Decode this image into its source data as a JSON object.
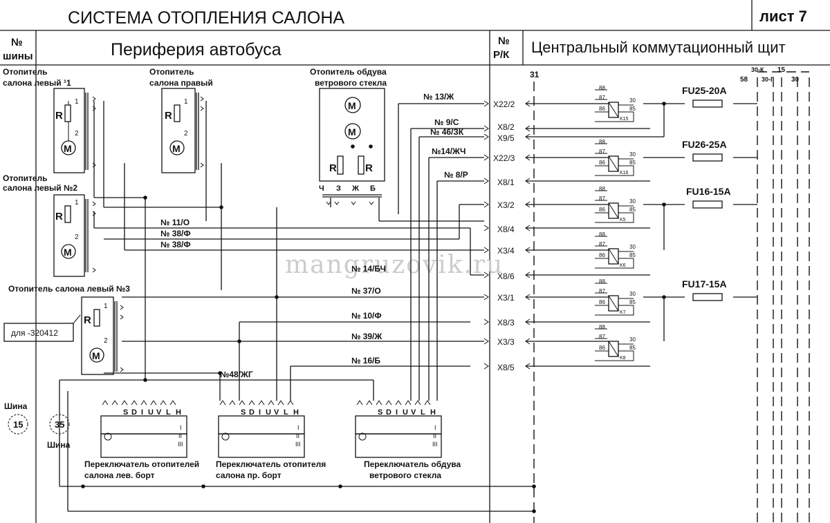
{
  "header": {
    "title": "СИСТЕМА ОТОПЛЕНИЯ САЛОНА",
    "sheet": "лист 7",
    "bus_no_label": "№",
    "bus_label": "шины",
    "periphery": "Периферия автобуса",
    "rk_no": "№",
    "rk_label": "Р/К",
    "central_panel": "Центральный коммутационный щит"
  },
  "watermark": "mangruzovik.ru",
  "heaters": {
    "left1": [
      "Отопитель",
      "салона левый ¹1"
    ],
    "right": [
      "Отопитель",
      "салона правый"
    ],
    "left2": [
      "Отопитель",
      "салона левый №2"
    ],
    "left3": "Отопитель салона левый №3",
    "windshield": [
      "Отопитель обдува",
      "ветрового стекла"
    ],
    "r_glyph": "R",
    "m_glyph": "M",
    "pin1": "1",
    "pin2": "2"
  },
  "windshield_pins": [
    "Ч",
    "З",
    "Ж",
    "Б"
  ],
  "callout": "для -320412",
  "wires": [
    "№ 13/Ж",
    "№ 9/С",
    "№ 46/ЗК",
    "№14/ЖЧ",
    "№ 8/Р",
    "№ 11/О",
    "№ 38/Ф",
    "№ 38/Ф",
    "№ 14/БЧ",
    "№ 37/О",
    "№ 10/Ф",
    "№ 39/Ж",
    "№ 16/Б",
    "№48/ЖГ"
  ],
  "connectors": [
    "X22/2",
    "X8/2",
    "X9/5",
    "X22/3",
    "X8/1",
    "X3/2",
    "X8/4",
    "X3/4",
    "X8/6",
    "X3/1",
    "X8/3",
    "X3/3",
    "X8/5"
  ],
  "bus_columns": [
    "31",
    "58",
    "30-К",
    "30-Г",
    "15",
    "30"
  ],
  "relays": [
    {
      "id": "K15",
      "pins": [
        "88",
        "87",
        "86",
        "30",
        "85"
      ]
    },
    {
      "id": "K16",
      "pins": [
        "88",
        "87",
        "86",
        "30",
        "85"
      ]
    },
    {
      "id": "K5",
      "pins": [
        "88",
        "87",
        "86",
        "30",
        "85"
      ]
    },
    {
      "id": "K6",
      "pins": [
        "88",
        "87",
        "86",
        "30",
        "85"
      ]
    },
    {
      "id": "K7",
      "pins": [
        "88",
        "87",
        "86",
        "30",
        "85"
      ]
    },
    {
      "id": "K8",
      "pins": [
        "88",
        "87",
        "86",
        "30",
        "85"
      ]
    }
  ],
  "fuses": [
    "FU25-20A",
    "FU26-25A",
    "FU16-15A",
    "FU17-15A"
  ],
  "switches": [
    [
      "Переключатель отопителей",
      "салона лев. борт"
    ],
    [
      "Переключатель отопителя",
      "салона пр. борт"
    ],
    [
      "Переключатель обдува",
      "ветрового стекла"
    ]
  ],
  "switch_pins": [
    "S",
    "D",
    "I",
    "U",
    "V",
    "L",
    "H"
  ],
  "switch_roman": [
    "I",
    "II",
    "III"
  ],
  "buses": {
    "label": "Шина",
    "b15": "15",
    "b35": "35"
  }
}
